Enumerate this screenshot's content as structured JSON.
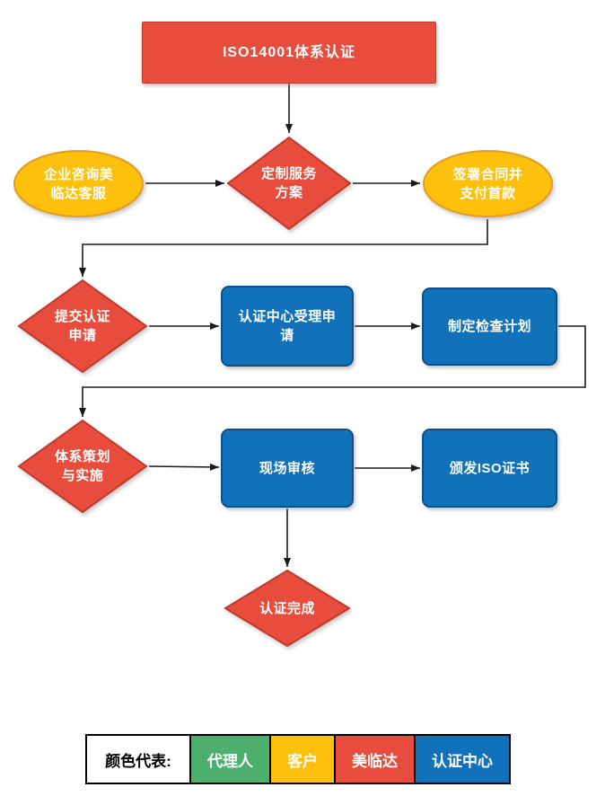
{
  "colors": {
    "red": "#E74C3C",
    "red_border": "#C0392B",
    "yellow": "#FCC00D",
    "yellow_border": "#E59A23",
    "blue": "#1172BA",
    "blue_border": "#0D4F86",
    "green": "#4CAF6E",
    "line": "#1A1A1A"
  },
  "nodes": {
    "start": "ISO14001体系认证",
    "consult": "企业咨询美\n临达客服",
    "custom_plan": "定制服务\n方案",
    "sign_contract": "签署合同并\n支付首款",
    "submit_application": "提交认证\n申请",
    "accept_application": "认证中心受理申\n请",
    "inspection_plan": "制定检查计划",
    "system_planning": "体系策划\n与实施",
    "onsite_audit": "现场审核",
    "issue_certificate": "颁发ISO证书",
    "complete": "认证完成"
  },
  "legend": {
    "label": "颜色代表:",
    "items": [
      {
        "label": "代理人",
        "color": "#4CAF6E"
      },
      {
        "label": "客户",
        "color": "#FCC00D"
      },
      {
        "label": "美临达",
        "color": "#E74C3C"
      },
      {
        "label": "认证中心",
        "color": "#1172BA"
      }
    ]
  }
}
